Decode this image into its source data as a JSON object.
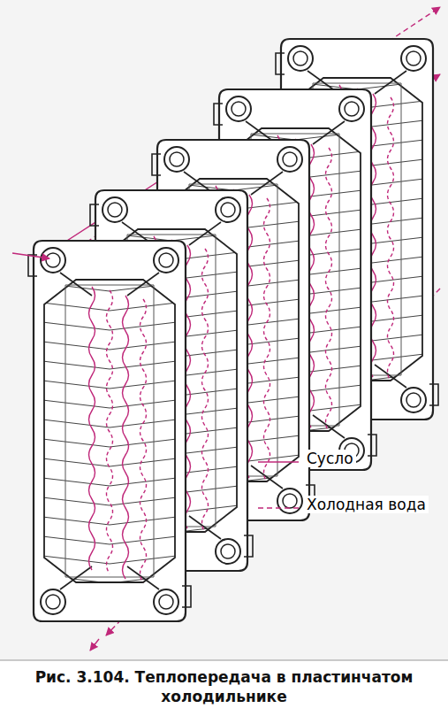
{
  "diagram": {
    "caption": "Рис. 3.104. Теплопередача в пластинчатом холодильнике",
    "legend": [
      {
        "text": "Сусло"
      },
      {
        "text": "Холодная вода"
      }
    ]
  }
}
